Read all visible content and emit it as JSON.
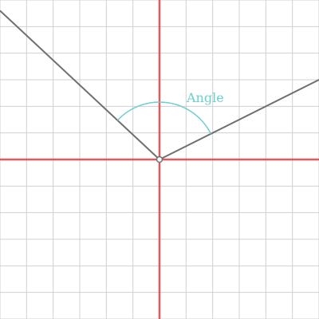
{
  "diagram": {
    "label": "Angle",
    "colors": {
      "background": "#ffffff",
      "grid": "#d0d0d0",
      "axes": "#e05a5a",
      "rays": "#707070",
      "arc": "#6ccfcf",
      "label": "#6ccfcf"
    },
    "grid_units": {
      "x_min": -6,
      "x_max": 6,
      "y_min": -6,
      "y_max": 6
    },
    "vertex": {
      "x": 0,
      "y": 0
    },
    "rays": [
      {
        "name": "ray-upper-left",
        "to": {
          "x": -6,
          "y": 5.6
        }
      },
      {
        "name": "ray-upper-right",
        "to": {
          "x": 6,
          "y": 3
        }
      }
    ]
  }
}
